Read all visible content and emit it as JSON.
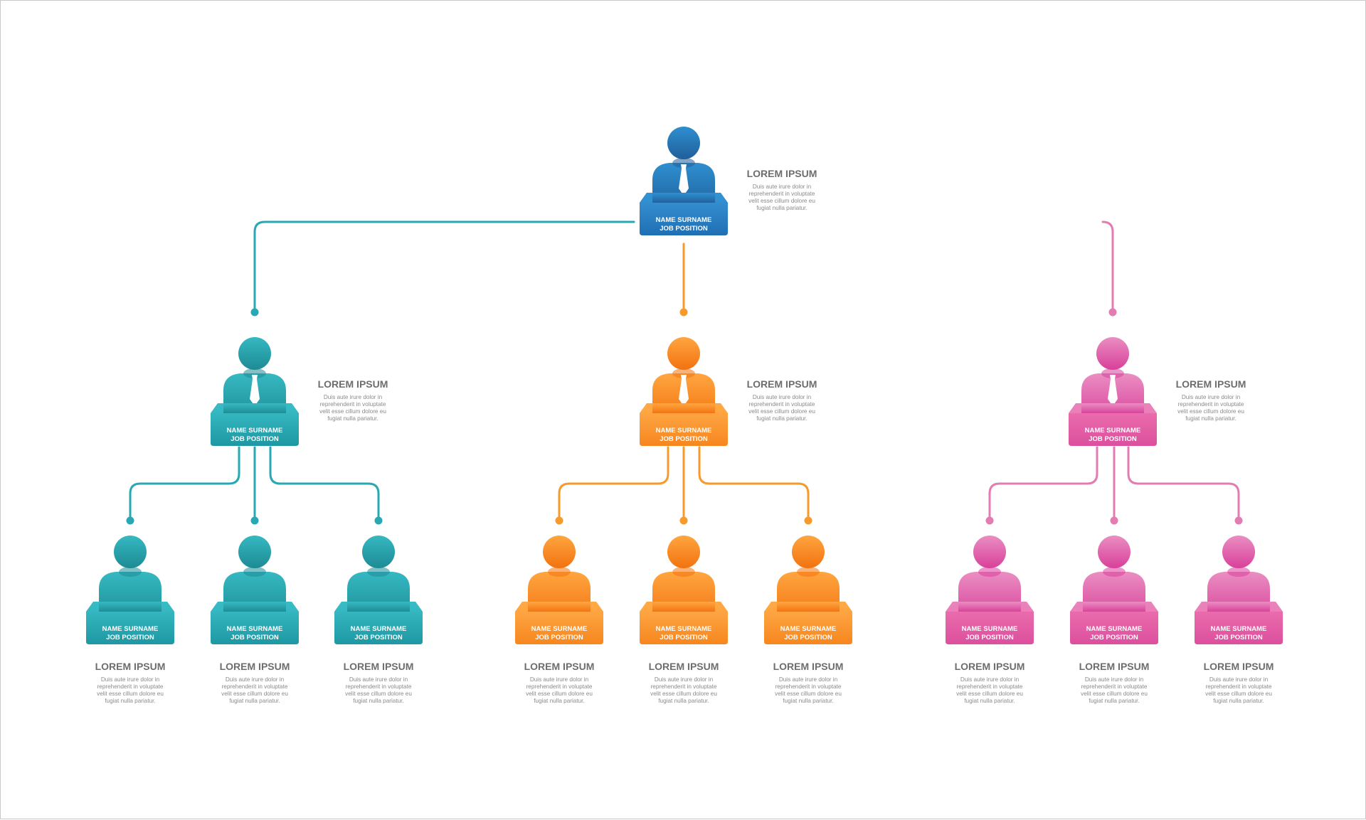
{
  "chart_data": {
    "type": "org-chart",
    "palette": {
      "top": {
        "light": "#2f8fd0",
        "dark": "#1f5f9a",
        "plate": "#3a96d8",
        "plateDark": "#1f6fb3",
        "line": "#1f5f9a"
      },
      "teal": {
        "light": "#36b9c2",
        "dark": "#1d8b94",
        "plate": "#3bbfc8",
        "plateDark": "#1e98a3",
        "line": "#27a8b3"
      },
      "orange": {
        "light": "#ffa640",
        "dark": "#f2720f",
        "plate": "#ffae4d",
        "plateDark": "#f7861e",
        "line": "#f79a2c"
      },
      "pink": {
        "light": "#ea8ec2",
        "dark": "#d8409a",
        "plate": "#ee75b2",
        "plateDark": "#dc4f9d",
        "line": "#e27cb2"
      }
    },
    "nodes": [
      {
        "id": "ceo",
        "level": 0,
        "color": "top",
        "tie": true,
        "name_label": "NAME SURNAME",
        "job_label": "JOB  POSITION",
        "info": {
          "title": "LOREM IPSUM",
          "lines": [
            "Duis aute irure dolor in",
            "reprehenderit in voluptate",
            "velit esse cillum dolore eu",
            "fugiat nulla pariatur."
          ]
        }
      },
      {
        "id": "manager-teal",
        "level": 1,
        "parent": "ceo",
        "color": "teal",
        "tie": true,
        "name_label": "NAME SURNAME",
        "job_label": "JOB  POSITION",
        "info": {
          "title": "LOREM IPSUM",
          "lines": [
            "Duis aute irure dolor in",
            "reprehenderit in voluptate",
            "velit esse cillum dolore eu",
            "fugiat nulla pariatur."
          ]
        }
      },
      {
        "id": "manager-orange",
        "level": 1,
        "parent": "ceo",
        "color": "orange",
        "tie": true,
        "name_label": "NAME SURNAME",
        "job_label": "JOB  POSITION",
        "info": {
          "title": "LOREM IPSUM",
          "lines": [
            "Duis aute irure dolor in",
            "reprehenderit in voluptate",
            "velit esse cillum dolore eu",
            "fugiat nulla pariatur."
          ]
        }
      },
      {
        "id": "manager-pink",
        "level": 1,
        "parent": "ceo",
        "color": "pink",
        "tie": true,
        "name_label": "NAME SURNAME",
        "job_label": "JOB  POSITION",
        "info": {
          "title": "LOREM IPSUM",
          "lines": [
            "Duis aute irure dolor in",
            "reprehenderit in voluptate",
            "velit esse cillum dolore eu",
            "fugiat nulla pariatur."
          ]
        }
      },
      {
        "id": "staff-teal-1",
        "level": 2,
        "parent": "manager-teal",
        "color": "teal",
        "tie": false,
        "name_label": "NAME SURNAME",
        "job_label": "JOB  POSITION",
        "info": {
          "title": "LOREM IPSUM",
          "lines": [
            "Duis aute irure dolor in",
            "reprehenderit in voluptate",
            "velit esse cillum dolore eu",
            "fugiat nulla pariatur."
          ]
        }
      },
      {
        "id": "staff-teal-2",
        "level": 2,
        "parent": "manager-teal",
        "color": "teal",
        "tie": false,
        "name_label": "NAME SURNAME",
        "job_label": "JOB  POSITION",
        "info": {
          "title": "LOREM IPSUM",
          "lines": [
            "Duis aute irure dolor in",
            "reprehenderit in voluptate",
            "velit esse cillum dolore eu",
            "fugiat nulla pariatur."
          ]
        }
      },
      {
        "id": "staff-teal-3",
        "level": 2,
        "parent": "manager-teal",
        "color": "teal",
        "tie": false,
        "name_label": "NAME SURNAME",
        "job_label": "JOB  POSITION",
        "info": {
          "title": "LOREM IPSUM",
          "lines": [
            "Duis aute irure dolor in",
            "reprehenderit in voluptate",
            "velit esse cillum dolore eu",
            "fugiat nulla pariatur."
          ]
        }
      },
      {
        "id": "staff-orange-1",
        "level": 2,
        "parent": "manager-orange",
        "color": "orange",
        "tie": false,
        "name_label": "NAME SURNAME",
        "job_label": "JOB  POSITION",
        "info": {
          "title": "LOREM IPSUM",
          "lines": [
            "Duis aute irure dolor in",
            "reprehenderit in voluptate",
            "velit esse cillum dolore eu",
            "fugiat nulla pariatur."
          ]
        }
      },
      {
        "id": "staff-orange-2",
        "level": 2,
        "parent": "manager-orange",
        "color": "orange",
        "tie": false,
        "name_label": "NAME SURNAME",
        "job_label": "JOB  POSITION",
        "info": {
          "title": "LOREM IPSUM",
          "lines": [
            "Duis aute irure dolor in",
            "reprehenderit in voluptate",
            "velit esse cillum dolore eu",
            "fugiat nulla pariatur."
          ]
        }
      },
      {
        "id": "staff-orange-3",
        "level": 2,
        "parent": "manager-orange",
        "color": "orange",
        "tie": false,
        "name_label": "NAME SURNAME",
        "job_label": "JOB  POSITION",
        "info": {
          "title": "LOREM IPSUM",
          "lines": [
            "Duis aute irure dolor in",
            "reprehenderit in voluptate",
            "velit esse cillum dolore eu",
            "fugiat nulla pariatur."
          ]
        }
      },
      {
        "id": "staff-pink-1",
        "level": 2,
        "parent": "manager-pink",
        "color": "pink",
        "tie": false,
        "name_label": "NAME SURNAME",
        "job_label": "JOB  POSITION",
        "info": {
          "title": "LOREM IPSUM",
          "lines": [
            "Duis aute irure dolor in",
            "reprehenderit in voluptate",
            "velit esse cillum dolore eu",
            "fugiat nulla pariatur."
          ]
        }
      },
      {
        "id": "staff-pink-2",
        "level": 2,
        "parent": "manager-pink",
        "color": "pink",
        "tie": false,
        "name_label": "NAME SURNAME",
        "job_label": "JOB  POSITION",
        "info": {
          "title": "LOREM IPSUM",
          "lines": [
            "Duis aute irure dolor in",
            "reprehenderit in voluptate",
            "velit esse cillum dolore eu",
            "fugiat nulla pariatur."
          ]
        }
      },
      {
        "id": "staff-pink-3",
        "level": 2,
        "parent": "manager-pink",
        "color": "pink",
        "tie": false,
        "name_label": "NAME SURNAME",
        "job_label": "JOB  POSITION",
        "info": {
          "title": "LOREM IPSUM",
          "lines": [
            "Duis aute irure dolor in",
            "reprehenderit in voluptate",
            "velit esse cillum dolore eu",
            "fugiat nulla pariatur."
          ]
        }
      }
    ]
  }
}
